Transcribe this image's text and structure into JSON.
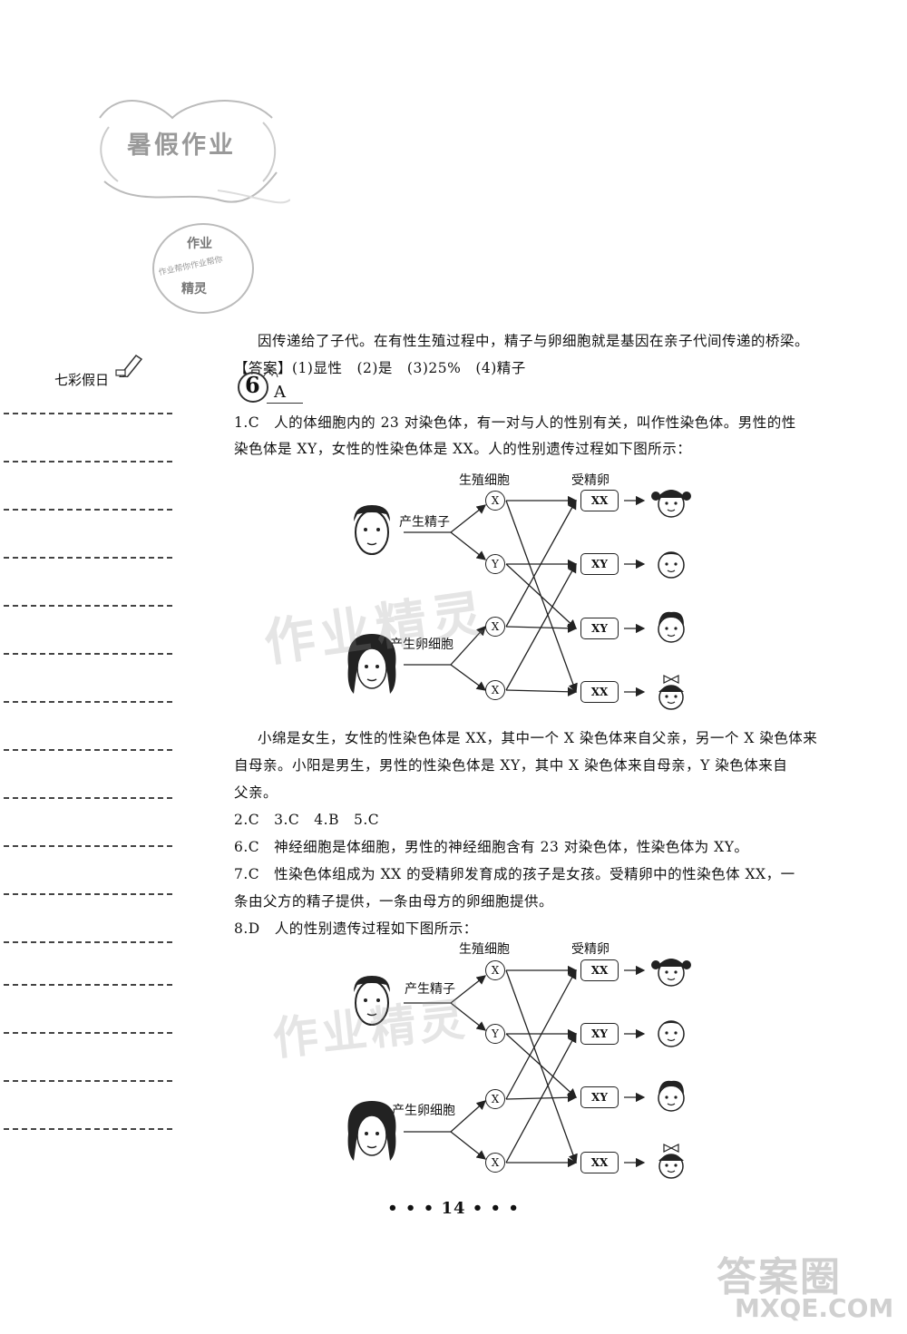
{
  "header": {
    "logo_title": "暑假作业",
    "logo_sub_top": "作业",
    "logo_sub_ring": "作业帮你作业帮你",
    "logo_sub_bottom": "精灵",
    "side_label": "七彩假日"
  },
  "top_text": {
    "line1": "因传递给了子代。在有性生殖过程中，精子与卵细胞就是基因在亲子代间传递的桥梁。",
    "answer": "【答案】(1)显性　(2)是　(3)25%　(4)精子"
  },
  "section": {
    "number": "6",
    "letter": "A"
  },
  "q1": {
    "line1": "1.C　人的体细胞内的 23 对染色体，有一对与人的性别有关，叫作性染色体。男性的性",
    "line2": "染色体是 XY，女性的性染色体是 XX。人的性别遗传过程如下图所示："
  },
  "diagram": {
    "label_germ_cell": "生殖细胞",
    "label_fertilized_egg": "受精卵",
    "label_sperm": "产生精子",
    "label_egg": "产生卵细胞",
    "gametes": [
      "X",
      "Y",
      "X",
      "X"
    ],
    "zygotes": [
      "XX",
      "XY",
      "XY",
      "XX"
    ]
  },
  "explain": {
    "line1": "小绵是女生，女性的性染色体是 XX，其中一个 X 染色体来自父亲，另一个 X 染色体来",
    "line2": "自母亲。小阳是男生，男性的性染色体是 XY，其中 X 染色体来自母亲，Y 染色体来自",
    "line3": "父亲。"
  },
  "answers": {
    "a2to5": "2.C　3.C　4.B　5.C",
    "a6": "6.C　神经细胞是体细胞，男性的神经细胞含有 23 对染色体，性染色体为 XY。",
    "a7_line1": "7.C　性染色体组成为 XX 的受精卵发育成的孩子是女孩。受精卵中的性染色体 XX，一",
    "a7_line2": "条由父方的精子提供，一条由母方的卵细胞提供。",
    "a8": "8.D　人的性别遗传过程如下图所示："
  },
  "watermarks": {
    "wm1": "作业精灵",
    "wm2": "作业精灵",
    "corner_big": "答案圈",
    "corner_url": "MXQE.COM"
  },
  "footer": {
    "page_number": "• • • 14 • • •"
  }
}
